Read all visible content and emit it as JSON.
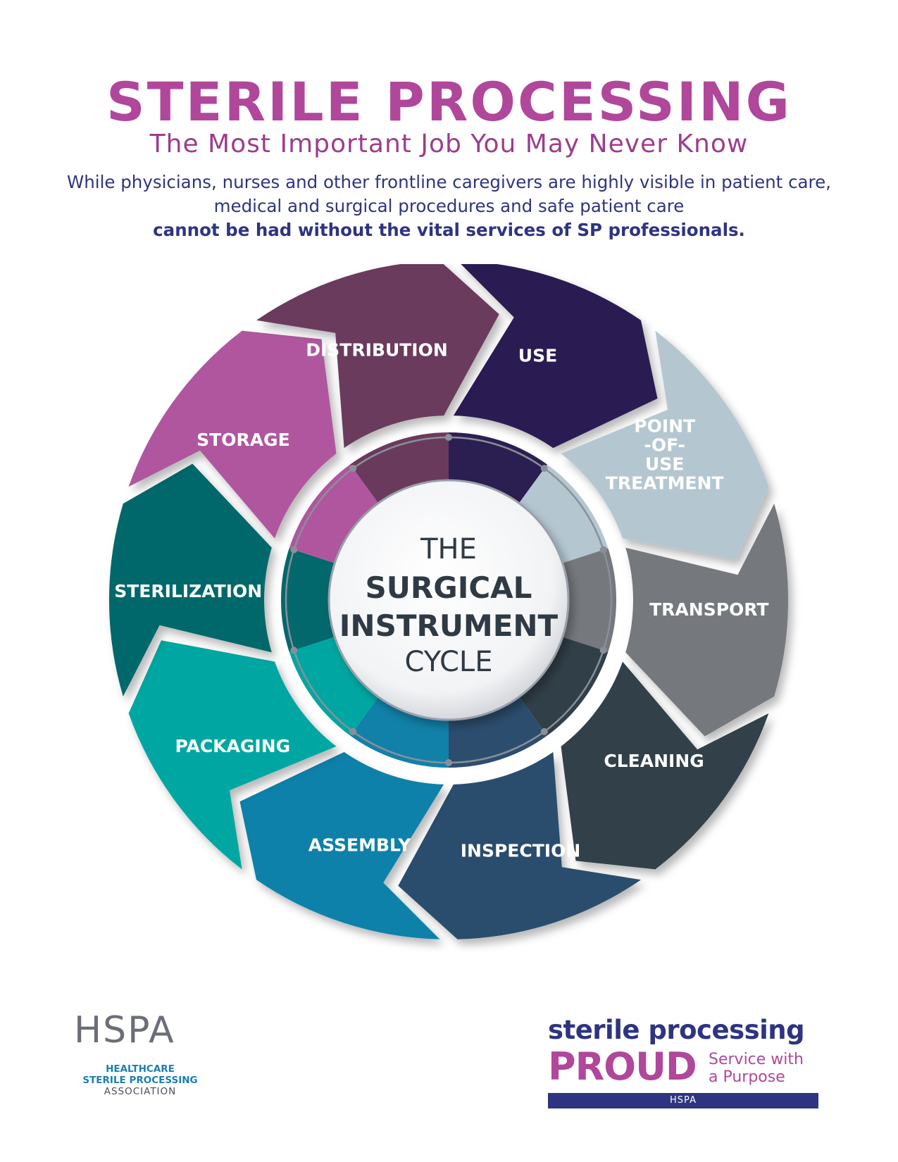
{
  "header": {
    "title": "STERILE PROCESSING",
    "subtitle": "The Most Important Job You May Never Know",
    "intro": "While physicians, nurses and other frontline caregivers are highly visible in patient care, medical and surgical procedures and safe patient care",
    "intro_bold": "cannot be had without the vital services of SP professionals."
  },
  "center": {
    "line1": "THE",
    "line2": "SURGICAL",
    "line3": "INSTRUMENT",
    "line4": "CYCLE"
  },
  "steps": [
    {
      "label": [
        "USE"
      ],
      "color": "#2b1f52"
    },
    {
      "label": [
        "POINT",
        "-OF-",
        "USE",
        "TREATMENT"
      ],
      "color": "#b4c7d1"
    },
    {
      "label": [
        "TRANSPORT"
      ],
      "color": "#75787d"
    },
    {
      "label": [
        "CLEANING"
      ],
      "color": "#313f48"
    },
    {
      "label": [
        "INSPECTION"
      ],
      "color": "#2c4d6e"
    },
    {
      "label": [
        "ASSEMBLY"
      ],
      "color": "#1181a9"
    },
    {
      "label": [
        "PACKAGING"
      ],
      "color": "#00a7a2"
    },
    {
      "label": [
        "STERILIZATION"
      ],
      "color": "#03686b"
    },
    {
      "label": [
        "STORAGE"
      ],
      "color": "#b0569f"
    },
    {
      "label": [
        "DISTRIBUTION"
      ],
      "color": "#6a3a5d"
    }
  ],
  "logo_left": {
    "wordmark": "HSPA",
    "line1": "HEALTHCARE",
    "line2": "STERILE PROCESSING",
    "line3": "ASSOCIATION"
  },
  "logo_right": {
    "line1": "sterile processing",
    "word": "PROUD",
    "tag1": "Service with",
    "tag2": "a Purpose",
    "bar": "HSPA"
  },
  "colors": {
    "title": "#b0479b",
    "intro": "#2e3480"
  }
}
